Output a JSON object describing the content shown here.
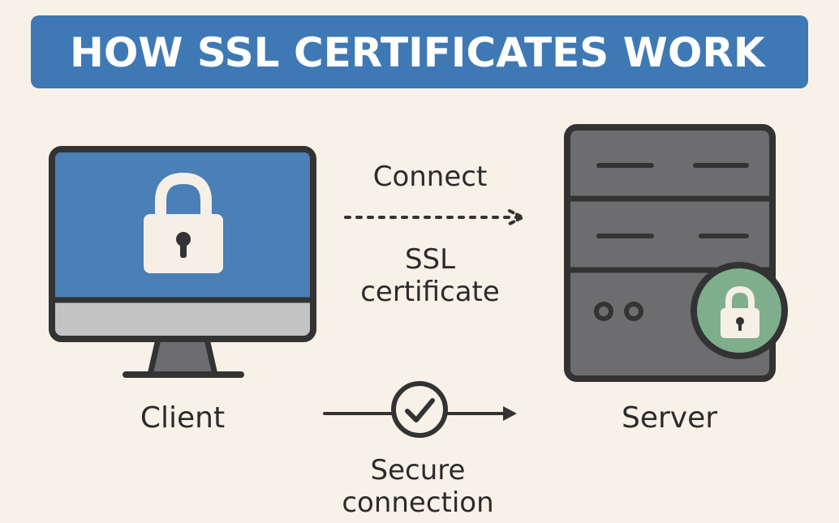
{
  "title": "HOW SSL CERTIFICATES WORK",
  "nodes": {
    "client": {
      "label": "Client",
      "icon": "monitor-lock-icon"
    },
    "server": {
      "label": "Server",
      "icon": "server-lock-icon"
    }
  },
  "edges": {
    "connect": {
      "label": "Connect",
      "style": "dotted-arrow"
    },
    "ssl_certificate": {
      "line1": "SSL",
      "line2": "certificate"
    },
    "secure_connection": {
      "line1": "Secure",
      "line2": "connection",
      "icon": "check-circle-icon"
    }
  },
  "colors": {
    "background": "#f8f1e8",
    "banner": "#3e79b5",
    "screen_blue": "#4a7fb8",
    "outline": "#333333",
    "server_gray": "#6d6d6f",
    "lock_green": "#7fae8c",
    "lock_white": "#f5efe6"
  }
}
